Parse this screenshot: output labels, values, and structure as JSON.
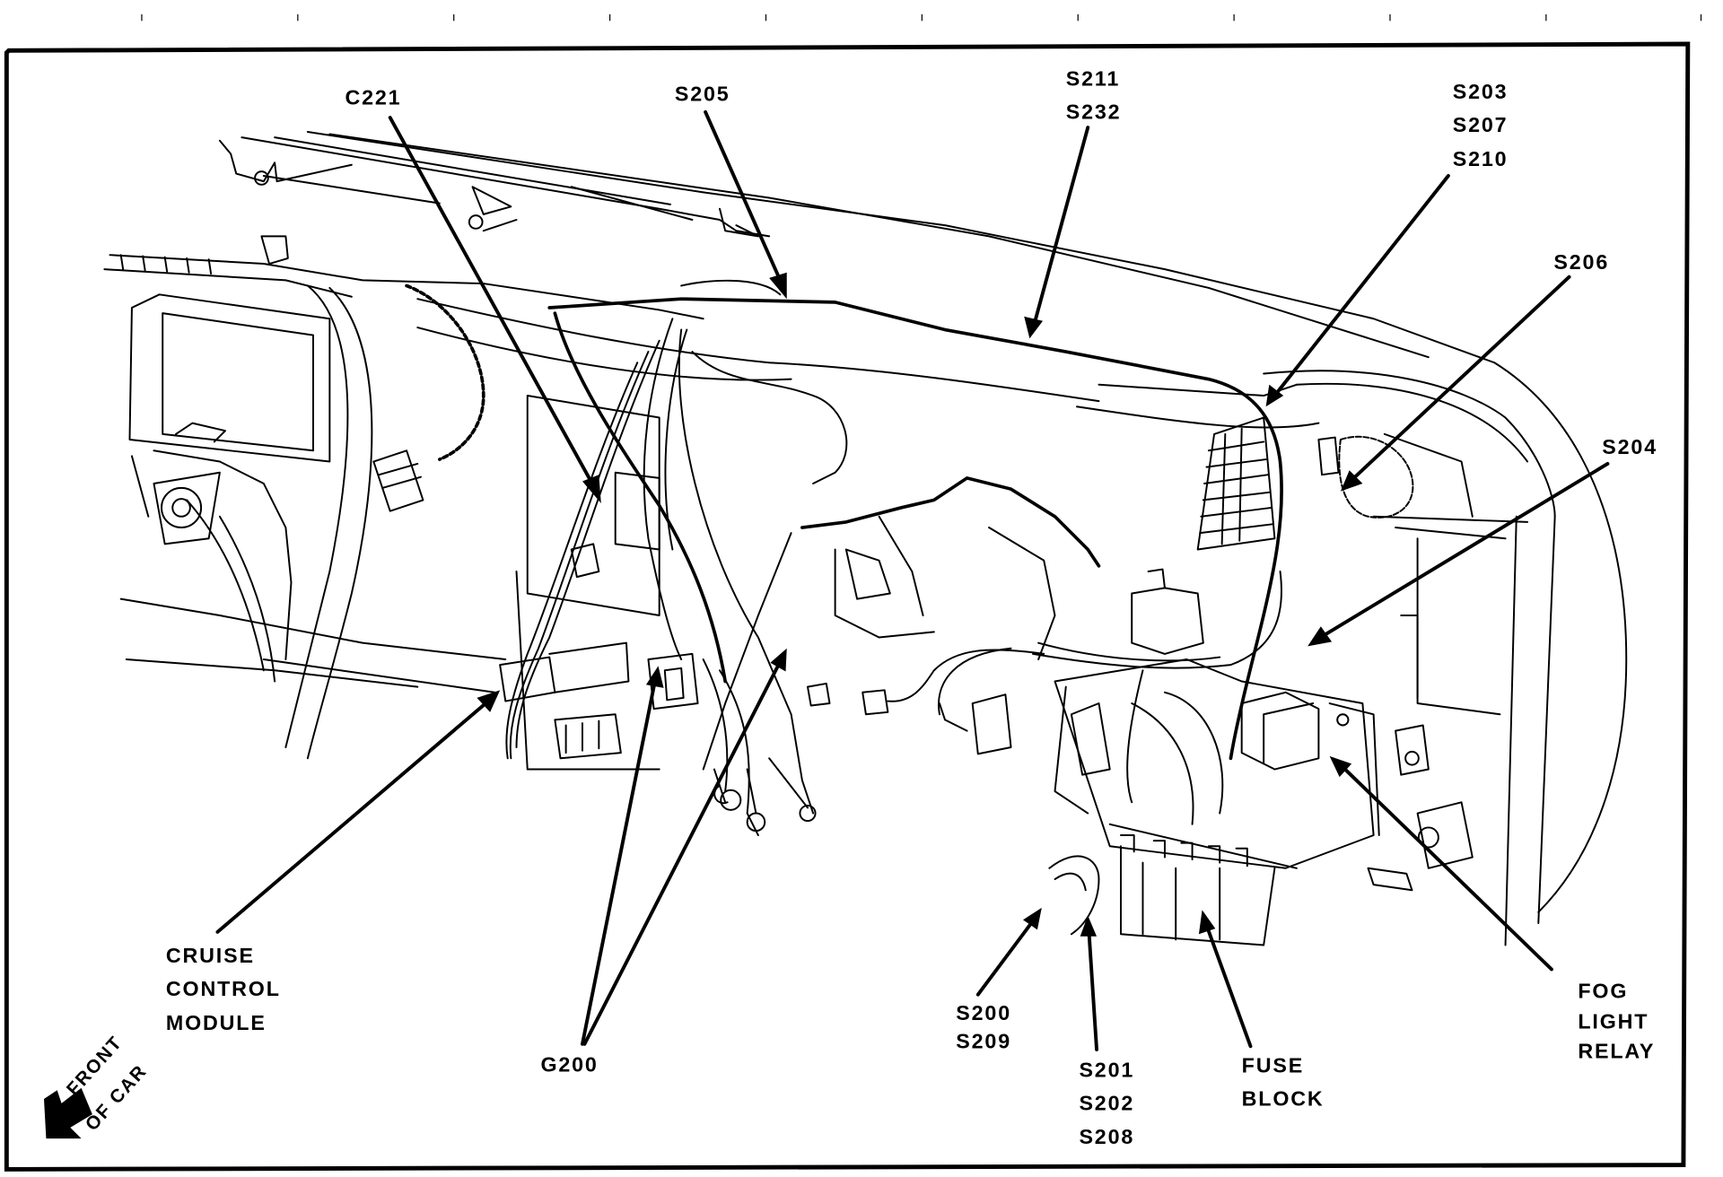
{
  "figure": {
    "type": "wiring harness component locator",
    "subject": "instrument panel wiring harness"
  },
  "labels": {
    "c221": "C221",
    "s205": "S205",
    "s211": "S211",
    "s232": "S232",
    "s203": "S203",
    "s207": "S207",
    "s210": "S210",
    "s206": "S206",
    "s204": "S204",
    "cruise_line1": "CRUISE",
    "cruise_line2": "CONTROL",
    "cruise_line3": "MODULE",
    "g200": "G200",
    "s200": "S200",
    "s209": "S209",
    "s201": "S201",
    "s202": "S202",
    "s208": "S208",
    "fuse_line1": "FUSE",
    "fuse_line2": "BLOCK",
    "fog_line1": "FOG",
    "fog_line2": "LIGHT",
    "fog_line3": "RELAY"
  },
  "orientation": {
    "line1": "FRONT",
    "line2": "OF CAR",
    "icon": "arrow-down-left"
  },
  "colors": {
    "ink": "#000000",
    "paper": "#ffffff"
  }
}
